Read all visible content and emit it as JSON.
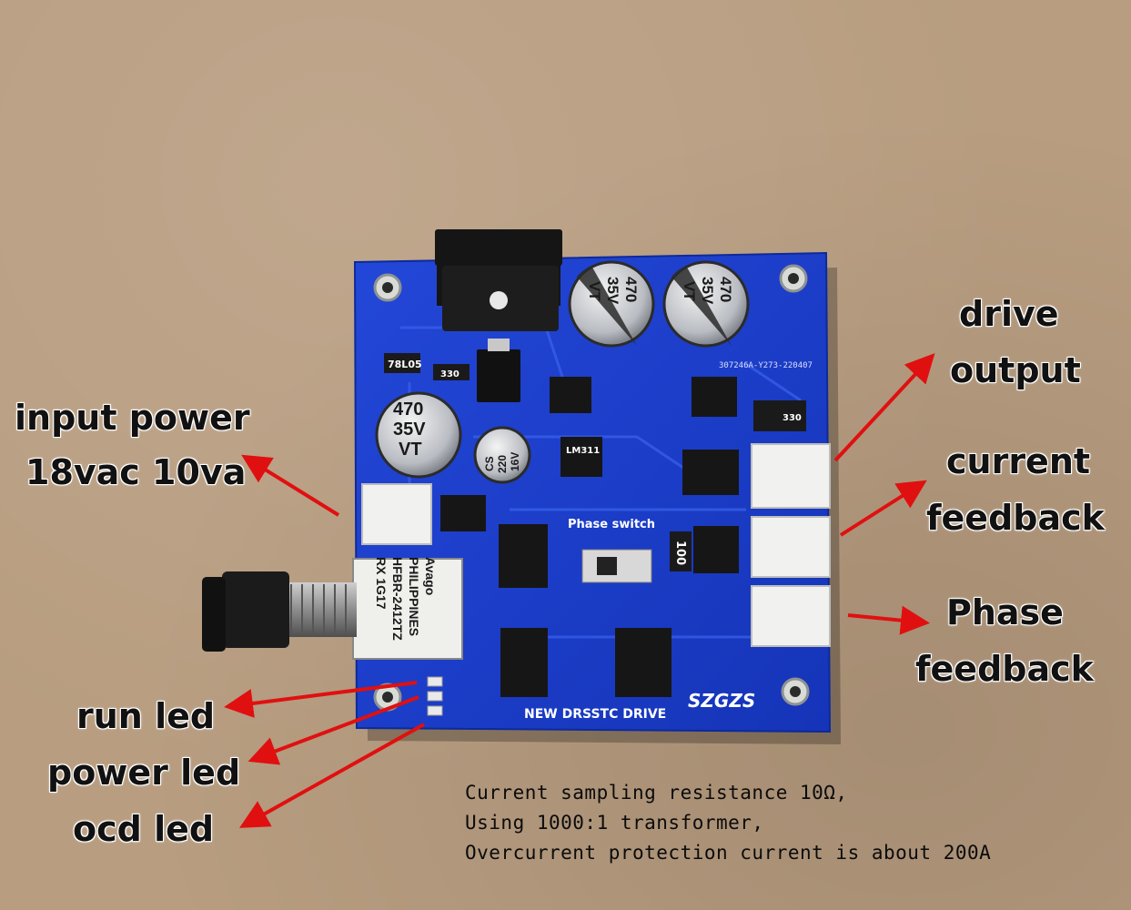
{
  "labels": {
    "drive_output": [
      "drive",
      "output"
    ],
    "current_feedback": [
      "current",
      "feedback"
    ],
    "phase_feedback": [
      "Phase",
      "feedback"
    ],
    "input_power": [
      "input power",
      "18vac 10va"
    ],
    "run_led": "run led",
    "power_led": "power led",
    "ocd_led": "ocd led"
  },
  "notes": [
    "Current sampling resistance 10Ω,",
    "Using 1000:1 transformer,",
    "Overcurrent protection current is about 200A"
  ],
  "board": {
    "silkscreen_phase": "Phase switch",
    "silkscreen_title": "NEW DRSSTC DRIVE",
    "silkscreen_brand": "SZGZS",
    "silkscreen_code": "307246A-Y273-220407",
    "cap_large": [
      "470",
      "35V",
      "VT"
    ],
    "cap_small": [
      "220",
      "16V",
      "CS"
    ],
    "resistor_100": "100",
    "resistor_330": "330",
    "regulator": "78L05",
    "ic_lm311": "LM311",
    "receiver": [
      "Avago",
      "PHILIPPINES",
      "HFBR-2412TZ",
      "RX    1G17"
    ]
  },
  "colors": {
    "board": "#1d3fd0",
    "arrow": "#e01010",
    "cardboard": "#b89d80"
  }
}
